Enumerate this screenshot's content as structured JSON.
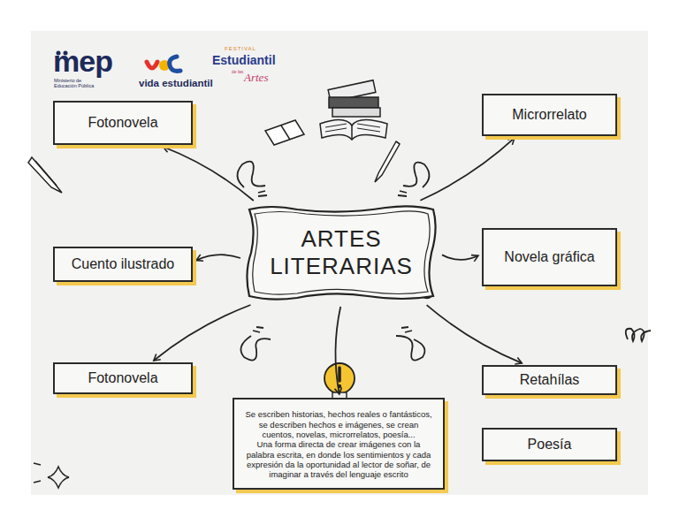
{
  "diagram": {
    "nodes": [
      {
        "text": [
          "Fotonovela"
        ]
      },
      {
        "text": [
          "Microrrelato"
        ]
      },
      {
        "text": [
          "ARTES LITERARIAS"
        ]
      },
      {
        "text": [
          "Cuento ilustrado"
        ]
      },
      {
        "text": [
          "Novela gráfica"
        ]
      },
      {
        "text": [
          "Fotonovela"
        ]
      },
      {
        "text": [
          "Retahílas"
        ]
      },
      {
        "text": [
          "Se escriben historias, hechos reales o fantásticos, se describen hechos e imágenes, se crean cuentos, novelas, microrrelatos, poesía...",
          "Una forma directa de crear imágenes con la palabra escrita, en donde los sentimientos y cada expresión da la oportunidad al lector de soñar, de imaginar a través del lenguaje escrito"
        ]
      },
      {
        "text": [
          "Poesía"
        ]
      }
    ],
    "edges": [
      {
        "from": 2,
        "to": 0,
        "arrow": "to"
      },
      {
        "from": 2,
        "to": 1,
        "arrow": "to"
      },
      {
        "from": 2,
        "to": 3,
        "arrow": "to"
      },
      {
        "from": 2,
        "to": 4,
        "arrow": "to"
      },
      {
        "from": 2,
        "to": 5,
        "arrow": "to"
      },
      {
        "from": 2,
        "to": 6,
        "arrow": "to"
      },
      {
        "from": 2,
        "to": 7,
        "arrow": "to"
      }
    ],
    "labels": [
      "mep",
      "Ministerio de Educación Pública",
      "vida estudiantil",
      "FESTIVAL",
      "Estudiantil",
      "de las",
      "Artes"
    ]
  }
}
